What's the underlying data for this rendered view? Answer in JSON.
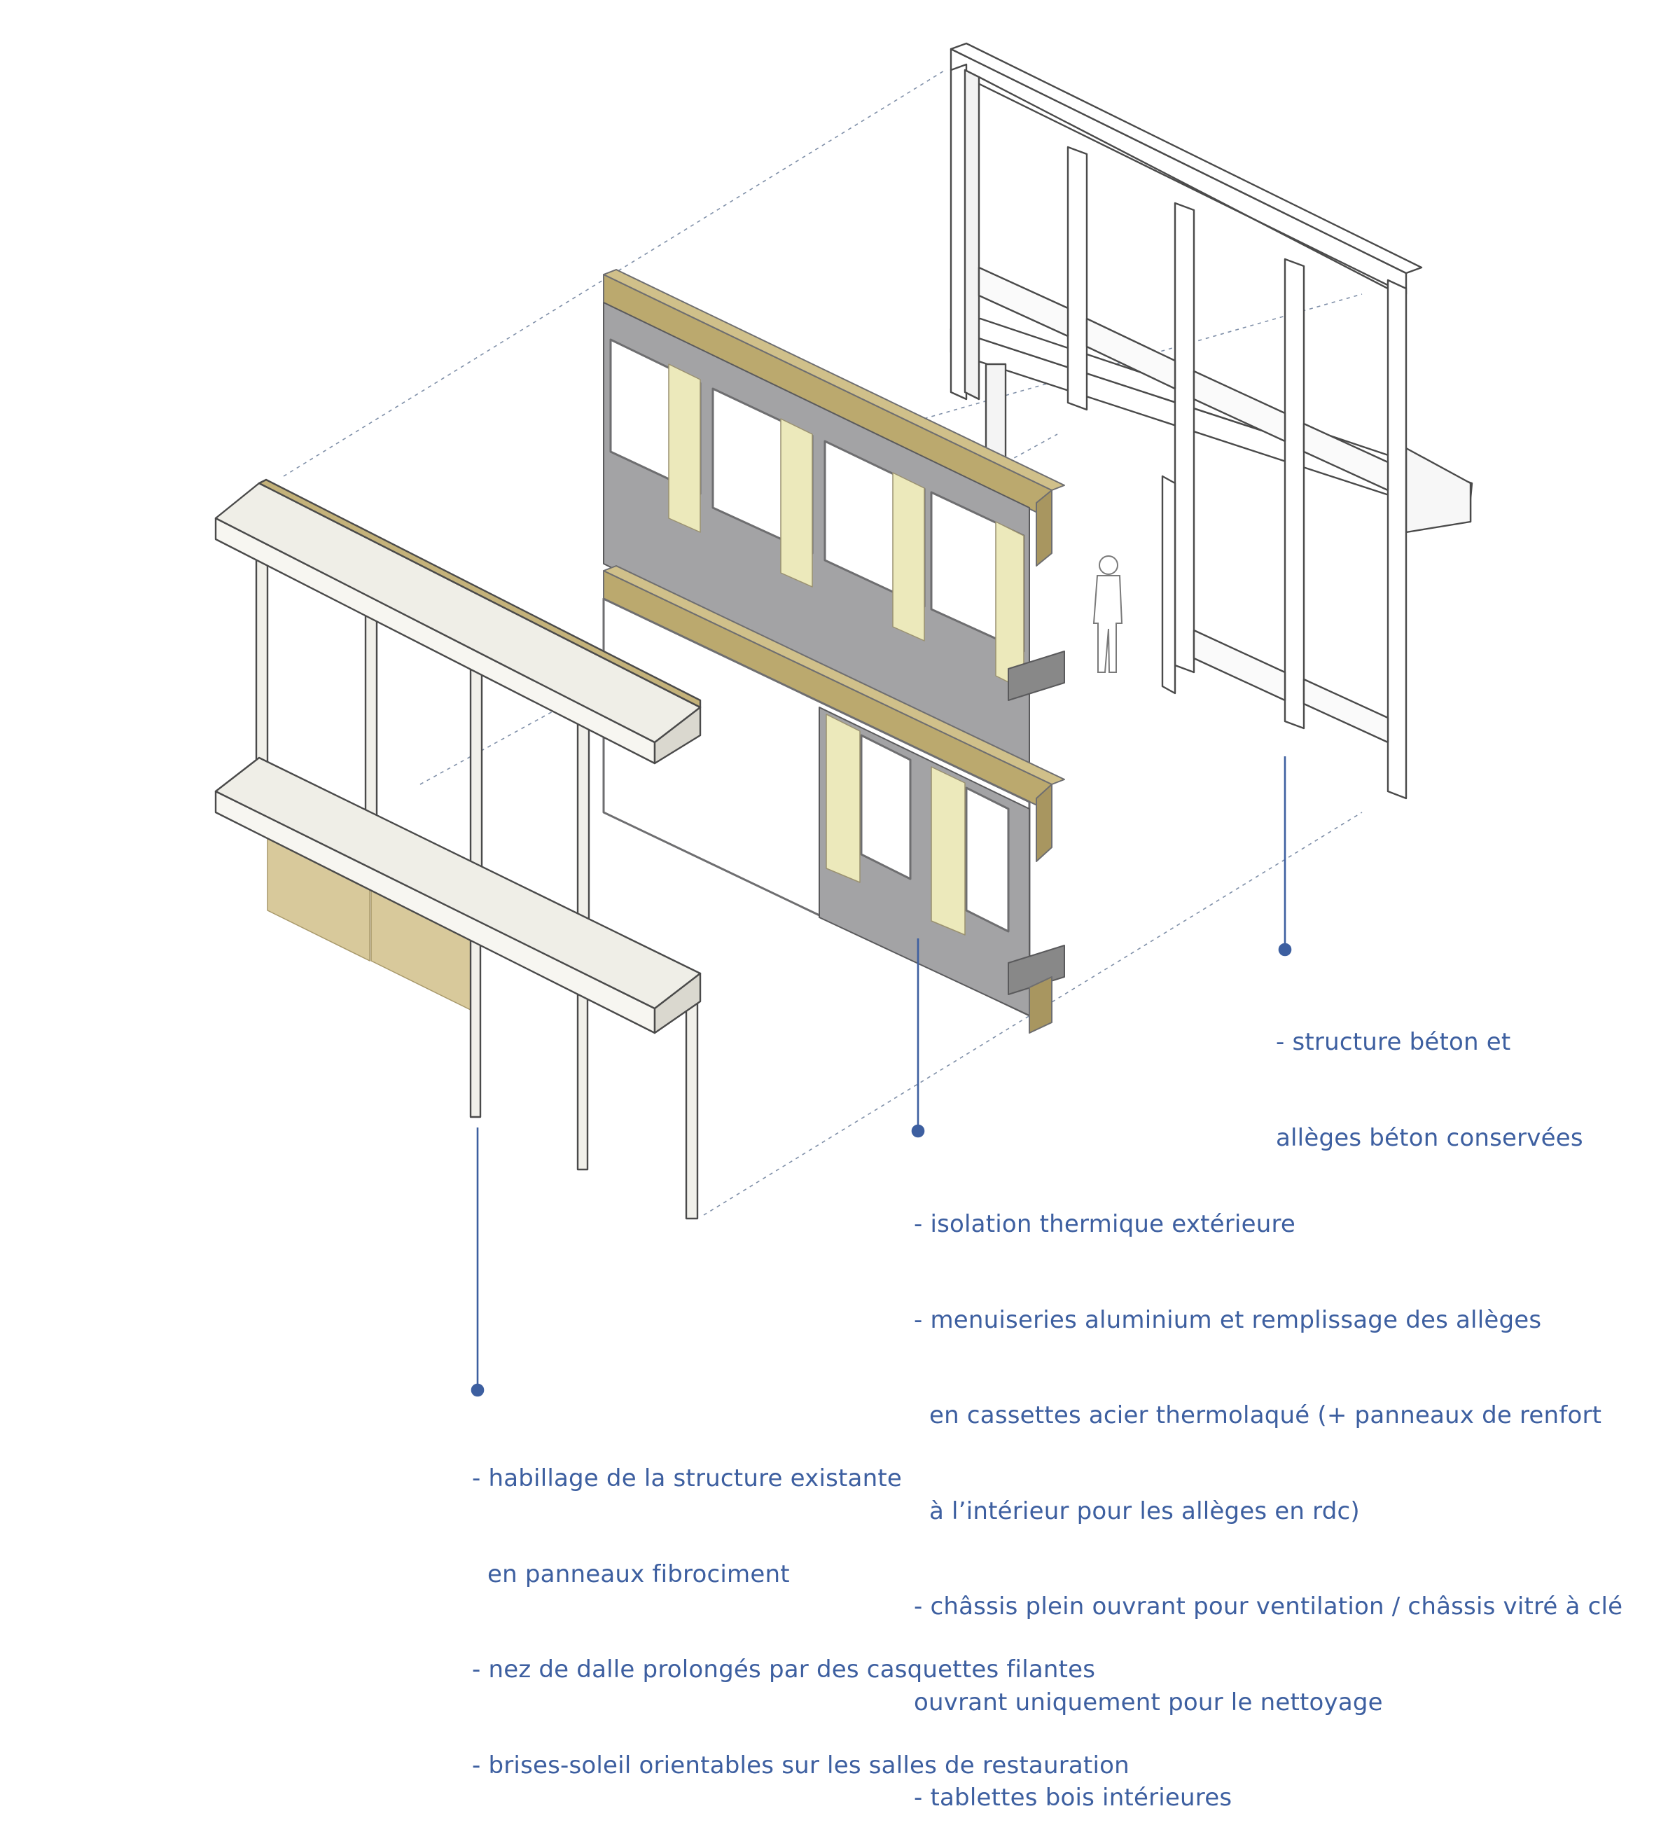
{
  "colors": {
    "annotation": "#3d5fa0",
    "insulation_top": "#c4b27a",
    "insulation_front": "#a89660",
    "insulation_panel": "#ece9bb",
    "steel_panel": "#9c9c9e",
    "frame": "#6e6e70",
    "fibre_cement": "#f1f0ea",
    "louvre": "#d8c99b",
    "structure_line": "#4a4a4a"
  },
  "annotations": {
    "structure": {
      "lines": [
        "- structure béton et",
        "allèges béton conservées"
      ]
    },
    "envelope": {
      "lines": [
        "- isolation thermique extérieure",
        "- menuiseries aluminium et remplissage des allèges",
        "  en cassettes acier thermolaqué (+ panneaux de renfort",
        "  à l’intérieur pour les allèges en rdc)",
        "- châssis plein ouvrant pour ventilation / châssis vitré à clé",
        "ouvrant uniquement pour le nettoyage",
        "- tablettes bois intérieures"
      ]
    },
    "cladding": {
      "lines": [
        "- habillage de la structure existante",
        "  en panneaux fibrociment",
        "- nez de dalle prolongés par des casquettes filantes",
        "- brises-soleil orientables sur les salles de restauration"
      ]
    }
  }
}
